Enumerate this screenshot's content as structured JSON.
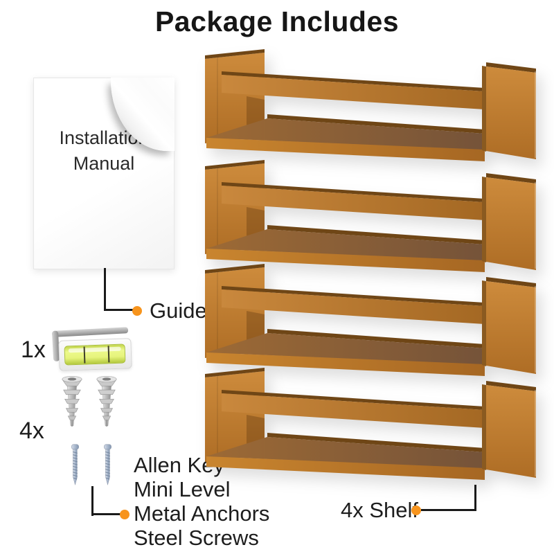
{
  "title": "Package Includes",
  "colors": {
    "accent": "#F7941D",
    "wood": "#BF7C2F",
    "wood_dark_edge": "#6F4616",
    "line": "#1A1A1A",
    "background": "#FFFFFF"
  },
  "manual": {
    "line1": "Installation",
    "line2": "Manual"
  },
  "callouts": {
    "guide": {
      "label": "Guide"
    },
    "hardware": {
      "quantity_allen_level": "1x",
      "quantity_anchors_screws": "4x",
      "lines": [
        "Allen Key",
        "Mini Level",
        "Metal Anchors",
        "Steel Screws"
      ]
    },
    "shelf": {
      "label": "4x Shelf"
    }
  }
}
